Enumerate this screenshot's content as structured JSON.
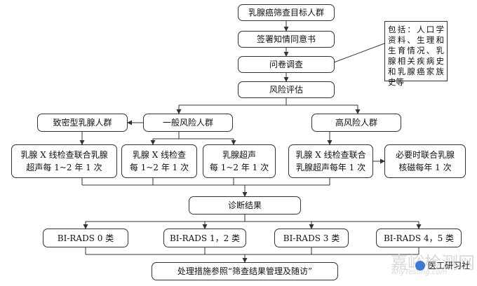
{
  "flow": {
    "target_population": "乳腺癌筛查目标人群",
    "consent": "签署知情同意书",
    "questionnaire": "问卷调查",
    "risk_assessment": "风险评估",
    "dense_breast_group": "致密型乳腺人群",
    "general_risk_group": "一般风险人群",
    "high_risk_group": "高风险人群",
    "dense_exam": "乳腺 X 线检查联合乳腺\n超声每 1~2 年 1 次",
    "general_xray": "乳腺 X 线检查\n每 1~2 年 1 次",
    "general_ultrasound": "乳腺超声\n每 1~2 年 1 次",
    "high_exam": "乳腺 X 线检查联合\n乳腺超声每年 1 次",
    "mri_exam": "必要时联合乳腺\n核磁每年 1 次",
    "diagnosis": "诊断结果",
    "birads_0": "BI-RADS 0 类",
    "birads_12": "BI-RADS 1，2 类",
    "birads_3": "BI-RADS 3 类",
    "birads_45": "BI-RADS 4，5 类",
    "follow_up": "处理措施参照“筛查结果管理及随访”"
  },
  "questionnaire_note": "包括：人口学资料、生理和生育情况、乳腺相关疾病史和乳腺癌家族史等",
  "watermark": {
    "main": "嘉峪检测网",
    "sub": "AnyTesting.com",
    "logo_text": "医工研习社"
  },
  "colors": {
    "line": "#333333",
    "border": "#333333",
    "watermark": "#d9d9d9",
    "logo_icon": "#3a7bd5"
  }
}
